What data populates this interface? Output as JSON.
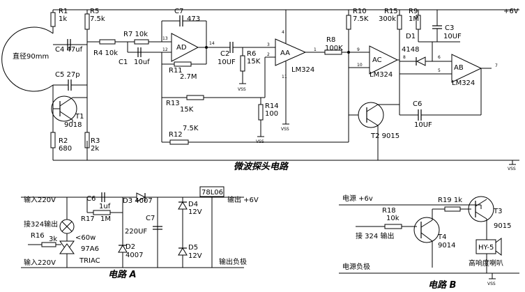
{
  "main": {
    "title": "微波探头电路",
    "supply": "+6V",
    "vss_labels": [
      "VSS",
      "VSS",
      "VSS",
      "VSS"
    ],
    "antenna": "直径90mm",
    "R1": "R1",
    "R1_val": "1k",
    "R5": "R5",
    "R5_val": "7.5k",
    "C4": "C4 47uf",
    "R4": "R4 10k",
    "R7": "R7 10k",
    "C1": "C1",
    "C1_val": "10uf",
    "C7": "C7",
    "C7_val": "473",
    "R11": "R11",
    "R11_val": "2.7M",
    "AD": "AD",
    "AA": "AA",
    "AC": "AC",
    "AB": "AB",
    "C2": "C2",
    "C2_val": "10UF",
    "R6": "R6",
    "R6_val": "15K",
    "LM324_a": "LM324",
    "LM324_b": "LM324",
    "LM324_c": "LM324",
    "R8": "R8",
    "R8_val": "100K",
    "R10": "R10",
    "R10_val": "7.5K",
    "R15": "R15",
    "R15_val": "300k",
    "R9": "R9",
    "R9_val": "1M",
    "C3": "C3",
    "C3_val": "10UF",
    "D1": "D1",
    "D1_val": "4148",
    "C5": "C5 27p",
    "T1": "T1",
    "T1_val": "9018",
    "R2": "R2",
    "R2_val": "680",
    "R3": "R3",
    "R3_val": "2k",
    "R13": "R13",
    "R13_val": "15K",
    "R14": "R14",
    "R14_val": "100",
    "R12": "R12",
    "R12_val": "7.5K",
    "T2": "T2 9015",
    "C6": "C6",
    "C6_val": "10UF",
    "pins": [
      "13",
      "12",
      "14",
      "4",
      "3",
      "2",
      "1",
      "11",
      "9",
      "10",
      "8",
      "6",
      "5",
      "7"
    ]
  },
  "circuit_a": {
    "title": "电路 A",
    "in_top": "输入220V",
    "in_bottom": "输入220V",
    "C6": "C6",
    "C6_val": "1uf",
    "R17": "R17",
    "R17_val": "1M",
    "D3": "D3 4007",
    "D2": "D2",
    "D2_val": "4007",
    "C7": "C7",
    "C7_val": "220UF",
    "D4": "D4",
    "D4_val": "12V",
    "D5": "D5",
    "D5_val": "12V",
    "reg": "78L06",
    "out_pos": "输出 +6V",
    "out_neg": "输出负极",
    "connect": "接324输出",
    "R16": "R16",
    "R16_val": "3k",
    "lamp": "<60w",
    "triac": "97A6",
    "triac_type": "TRIAC"
  },
  "circuit_b": {
    "title": "电路 B",
    "power_pos": "电源 +6v",
    "R18": "R18",
    "R18_val": "10k",
    "R19": "R19 1k",
    "T3": "T3",
    "T3_val": "9015",
    "T4": "T4",
    "T4_val": "9014",
    "connect": "接 324 输出",
    "HY": "HY-5",
    "speaker": "高响度喇叭",
    "power_neg": "电源负极",
    "vss": "VSS"
  }
}
